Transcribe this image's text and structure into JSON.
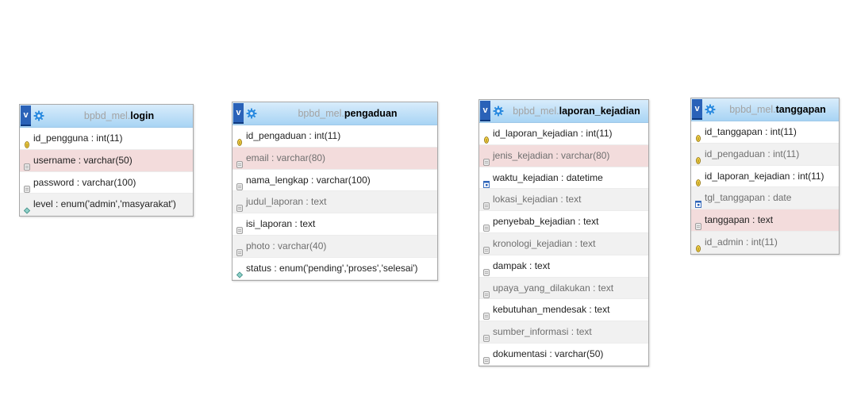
{
  "database": "bpbd_mel",
  "colors": {
    "header_top": "#d8ecfb",
    "header_bottom": "#a8d4f4",
    "v_button": "#2a62b8",
    "highlight": "#f3dcdc",
    "key_icon": "#d9b530"
  },
  "tables": [
    {
      "name": "login",
      "columns": [
        {
          "label": "id_pengguna : int(11)",
          "icon": "primary-key-icon",
          "nullable": false
        },
        {
          "label": "username : varchar(50)",
          "icon": "column-icon",
          "nullable": false,
          "highlighted": true
        },
        {
          "label": "password : varchar(100)",
          "icon": "column-icon",
          "nullable": false
        },
        {
          "label": "level : enum('admin','masyarakat')",
          "icon": "enum-icon",
          "nullable": false
        }
      ]
    },
    {
      "name": "pengaduan",
      "columns": [
        {
          "label": "id_pengaduan : int(11)",
          "icon": "primary-key-icon",
          "nullable": false
        },
        {
          "label": "email : varchar(80)",
          "icon": "column-icon",
          "nullable": true,
          "highlighted": true
        },
        {
          "label": "nama_lengkap : varchar(100)",
          "icon": "column-icon",
          "nullable": false
        },
        {
          "label": "judul_laporan : text",
          "icon": "column-icon",
          "nullable": true
        },
        {
          "label": "isi_laporan : text",
          "icon": "column-icon",
          "nullable": false
        },
        {
          "label": "photo : varchar(40)",
          "icon": "column-icon",
          "nullable": true
        },
        {
          "label": "status : enum('pending','proses','selesai')",
          "icon": "enum-icon",
          "nullable": false
        }
      ]
    },
    {
      "name": "laporan_kejadian",
      "columns": [
        {
          "label": "id_laporan_kejadian : int(11)",
          "icon": "primary-key-icon",
          "nullable": false
        },
        {
          "label": "jenis_kejadian : varchar(80)",
          "icon": "column-icon",
          "nullable": true,
          "highlighted": true
        },
        {
          "label": "waktu_kejadian : datetime",
          "icon": "date-icon",
          "nullable": false
        },
        {
          "label": "lokasi_kejadian : text",
          "icon": "column-icon",
          "nullable": true
        },
        {
          "label": "penyebab_kejadian : text",
          "icon": "column-icon",
          "nullable": false
        },
        {
          "label": "kronologi_kejadian : text",
          "icon": "column-icon",
          "nullable": true
        },
        {
          "label": "dampak : text",
          "icon": "column-icon",
          "nullable": false
        },
        {
          "label": "upaya_yang_dilakukan : text",
          "icon": "column-icon",
          "nullable": true
        },
        {
          "label": "kebutuhan_mendesak : text",
          "icon": "column-icon",
          "nullable": false
        },
        {
          "label": "sumber_informasi : text",
          "icon": "column-icon",
          "nullable": true
        },
        {
          "label": "dokumentasi : varchar(50)",
          "icon": "column-icon",
          "nullable": false
        }
      ]
    },
    {
      "name": "tanggapan",
      "columns": [
        {
          "label": "id_tanggapan : int(11)",
          "icon": "primary-key-icon",
          "nullable": false
        },
        {
          "label": "id_pengaduan : int(11)",
          "icon": "primary-key-icon",
          "nullable": true
        },
        {
          "label": "id_laporan_kejadian : int(11)",
          "icon": "primary-key-icon",
          "nullable": false
        },
        {
          "label": "tgl_tanggapan : date",
          "icon": "date-icon",
          "nullable": true
        },
        {
          "label": "tanggapan : text",
          "icon": "column-icon",
          "nullable": false,
          "highlighted": true
        },
        {
          "label": "id_admin : int(11)",
          "icon": "primary-key-icon",
          "nullable": true
        }
      ]
    }
  ]
}
